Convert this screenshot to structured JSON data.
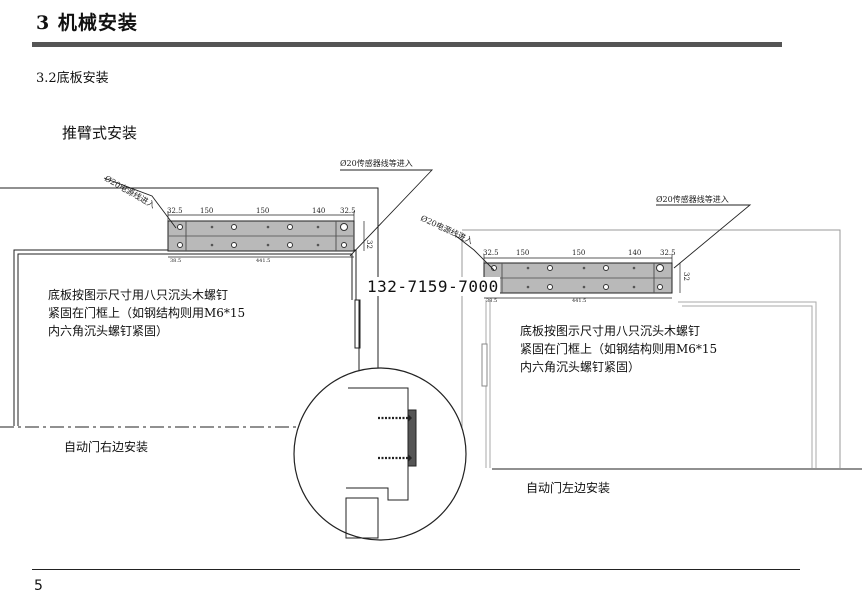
{
  "section": {
    "heading": "3 机械安装",
    "subsection": "3.2底板安装",
    "method": "推臂式安装"
  },
  "right_install": {
    "cable_label": "Ø20电源线进入",
    "sensor_label": "Ø20传感器线等进入",
    "dims_top": [
      "32.5",
      "150",
      "150",
      "140",
      "32.5"
    ],
    "dims_bottom": [
      "38.5",
      "441.5"
    ],
    "dim_side": "32",
    "note": [
      "底板按图示尺寸用八只沉头木螺钉",
      "紧固在门框上（如钢结构则用M6*15",
      "内六角沉头螺钉紧固）"
    ],
    "caption": "自动门右边安装"
  },
  "left_install": {
    "cable_label": "Ø20电源线进入",
    "sensor_label": "Ø20传感器线等进入",
    "dims_top": [
      "32.5",
      "150",
      "150",
      "140",
      "32.5"
    ],
    "dims_bottom": [
      "38.5",
      "441.5"
    ],
    "dim_side": "32",
    "note": [
      "底板按图示尺寸用八只沉头木螺钉",
      "紧固在门框上（如钢结构则用M6*15",
      "内六角沉头螺钉紧固）"
    ],
    "caption": "自动门左边安装"
  },
  "phone": "132-7159-7000",
  "page_number": "5"
}
